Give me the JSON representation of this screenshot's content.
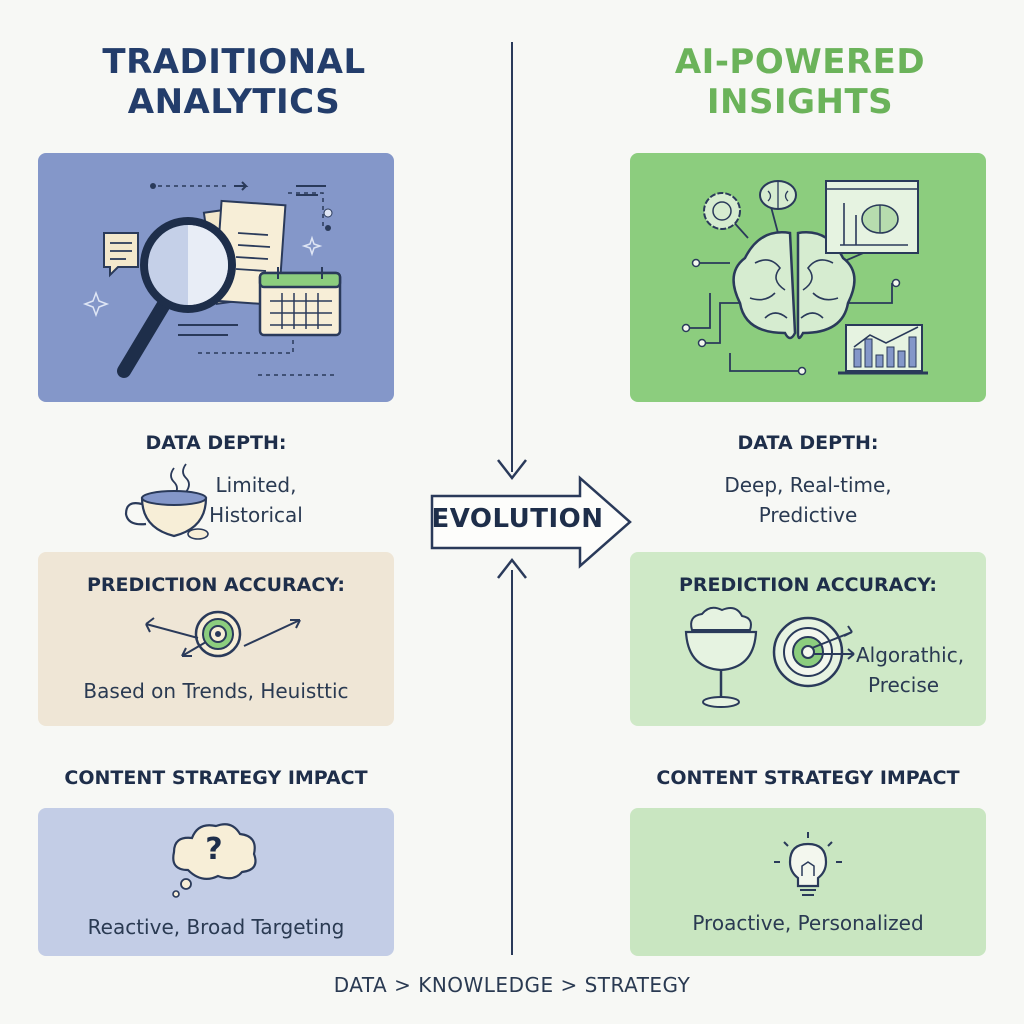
{
  "left": {
    "title_line1": "TRADITIONAL",
    "title_line2": "ANALYTICS",
    "data_depth_label": "DATA DEPTH:",
    "data_depth_line1": "Limited,",
    "data_depth_line2": "Historical",
    "prediction_label": "PREDICTION ACCURACY:",
    "prediction_value": "Based on Trends, Heuisttic",
    "impact_label": "CONTENT STRATEGY IMPACT",
    "impact_value": "Reactive, Broad Targeting",
    "question_mark": "?"
  },
  "right": {
    "title_line1": "AI-POWERED",
    "title_line2": "INSIGHTS",
    "data_depth_label": "DATA DEPTH:",
    "data_depth_line1": "Deep, Real-time,",
    "data_depth_line2": "Predictive",
    "prediction_label": "PREDICTION ACCURACY:",
    "prediction_line1": "Algorathic,",
    "prediction_line2": "Precise",
    "impact_label": "CONTENT STRATEGY IMPACT",
    "impact_value": "Proactive, Personalized"
  },
  "center": {
    "evolution_label": "EVOLUTION"
  },
  "footer": {
    "text": "DATA > KNOWLEDGE > STRATEGY"
  },
  "colors": {
    "navy": "#233d6b",
    "green_title": "#6bb35a",
    "left_top_panel": "#8497c9",
    "right_top_panel": "#8ccd7e",
    "left_mid_panel": "#efe6d6",
    "right_mid_panel": "#cfe9c7",
    "left_bottom_panel": "#c3cde6",
    "right_bottom_panel": "#c9e6c1"
  },
  "icons": [
    "magnifier-icon",
    "documents-icon",
    "calendar-icon",
    "chat-bubble-icon",
    "coffee-cup-icon",
    "target-icon",
    "arrow-icon",
    "thought-cloud-icon",
    "brain-icon",
    "chart-window-icon",
    "laptop-chart-icon",
    "gear-brain-icon",
    "goblet-icon",
    "lightbulb-icon"
  ]
}
